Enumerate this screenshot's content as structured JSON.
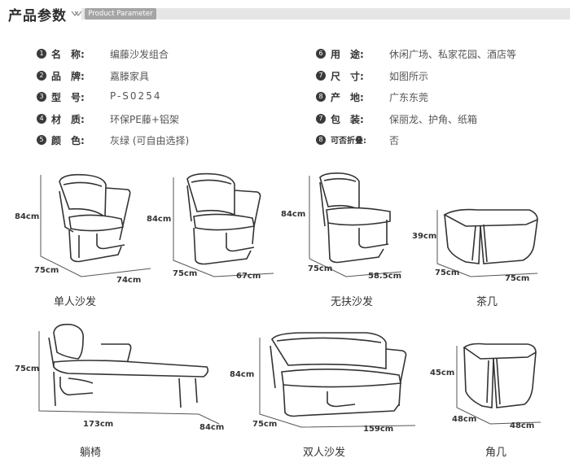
{
  "header": {
    "title": "产品参数",
    "subtitle_pill": "Product Parameter"
  },
  "params_left": [
    {
      "num": "1",
      "label": "名　称:",
      "value": "编藤沙发组合"
    },
    {
      "num": "2",
      "label": "品　牌:",
      "value": "嘉滕家具"
    },
    {
      "num": "3",
      "label": "型　号:",
      "value": "P-S0254"
    },
    {
      "num": "4",
      "label": "材　质:",
      "value": "环保PE藤+铝架"
    },
    {
      "num": "5",
      "label": "颜　色:",
      "value": "灰绿 (可自由选择)"
    }
  ],
  "params_right": [
    {
      "num": "6",
      "label": "用　途:",
      "value": "休闲广场、私家花园、酒店等"
    },
    {
      "num": "7",
      "label": "尺　寸:",
      "value": "如图所示"
    },
    {
      "num": "8",
      "label": "产　地:",
      "value": "广东东莞"
    },
    {
      "num": "7",
      "label": "包　装:",
      "value": "保丽龙、护角、纸箱"
    },
    {
      "num": "8",
      "label": "可否折叠:",
      "value": "否"
    }
  ],
  "products": {
    "single_sofa": {
      "name": "单人沙发",
      "height": "84cm",
      "depth": "75cm",
      "width": "74cm"
    },
    "armless_sofa": {
      "name": "无扶沙发",
      "height": "84cm",
      "depth": "75cm",
      "width": "58.5cm"
    },
    "coffee_table": {
      "name": "茶几",
      "height": "39cm",
      "depth": "75cm",
      "width": "75cm"
    },
    "armchair_dims": {
      "height": "84cm",
      "depth": "75cm",
      "width": "67cm"
    },
    "lounger": {
      "name": "躺椅",
      "height": "75cm",
      "length": "173cm",
      "width": "84cm"
    },
    "double_sofa": {
      "name": "双人沙发",
      "height": "84cm",
      "depth": "75cm",
      "width": "159cm"
    },
    "corner_table": {
      "name": "角几",
      "height": "45cm",
      "depth": "48cm",
      "width": "48cm"
    }
  }
}
